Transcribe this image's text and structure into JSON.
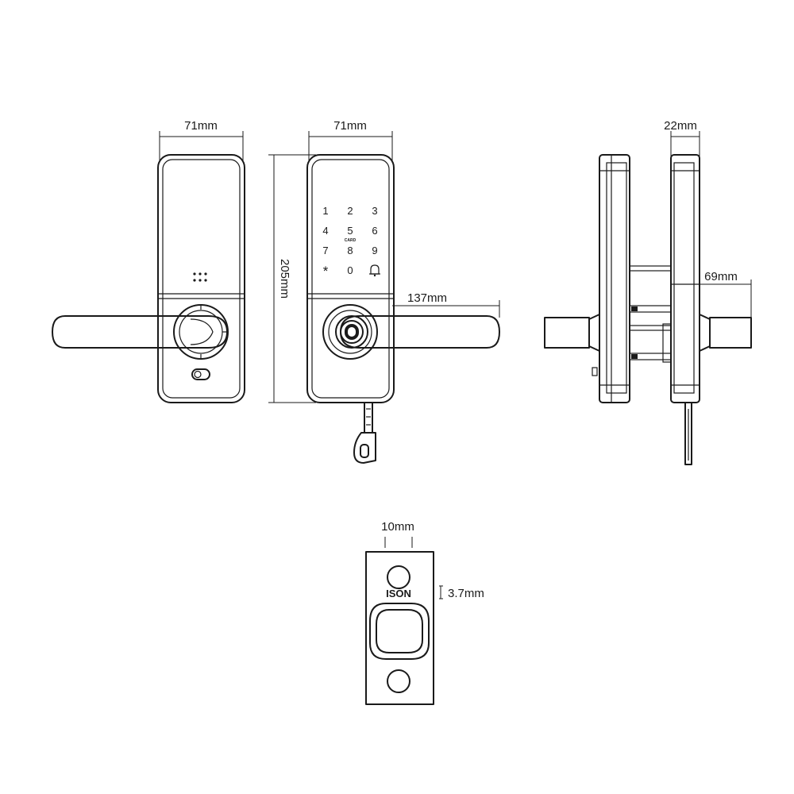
{
  "dimensions": {
    "back_width": "71mm",
    "front_width": "71mm",
    "height": "205mm",
    "handle_length": "137mm",
    "side_depth": "22mm",
    "side_handle": "69mm",
    "strike_hole": "10mm",
    "strike_offset": "3.7mm"
  },
  "keypad": {
    "keys": [
      "1",
      "2",
      "3",
      "4",
      "5",
      "6",
      "7",
      "8",
      "9",
      "*",
      "0"
    ],
    "card_label": "CARD"
  },
  "strike_plate": {
    "brand": "ISON"
  }
}
